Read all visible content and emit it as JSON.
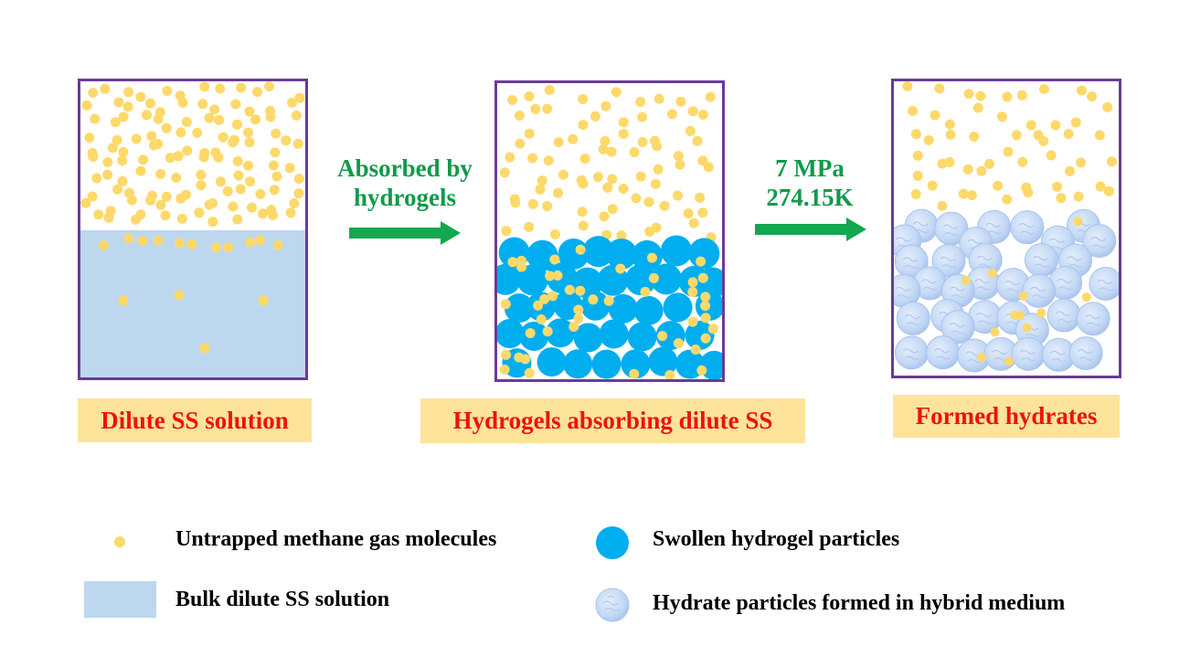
{
  "colors": {
    "panel_border": "#6a3a98",
    "methane_dot": "#fdd96a",
    "bulk_solution": "#bdd7ee",
    "hydrogel": "#00aeef",
    "hydrate": "#c3d8f5",
    "label_bg": "#fde49a",
    "label_text": "#ee1111",
    "step_text": "#119a4b",
    "arrow": "#12a84f"
  },
  "panels": [
    {
      "label": "Dilute SS solution"
    },
    {
      "label": "Hydrogels absorbing dilute SS"
    },
    {
      "label": "Formed hydrates"
    }
  ],
  "steps": [
    {
      "line1": "Absorbed by",
      "line2": "hydrogels",
      "arrow_icon": "right-arrow-icon"
    },
    {
      "line1": "7 MPa",
      "line2": "274.15K",
      "arrow_icon": "right-arrow-icon"
    }
  ],
  "legend": [
    {
      "text": "Untrapped methane gas molecules",
      "icon": "methane-dot-icon"
    },
    {
      "text": "Bulk dilute SS solution",
      "icon": "bulk-solution-swatch"
    },
    {
      "text": "Swollen hydrogel particles",
      "icon": "hydrogel-particle-icon"
    },
    {
      "text": "Hydrate particles formed in hybrid medium",
      "icon": "hydrate-particle-icon"
    }
  ]
}
